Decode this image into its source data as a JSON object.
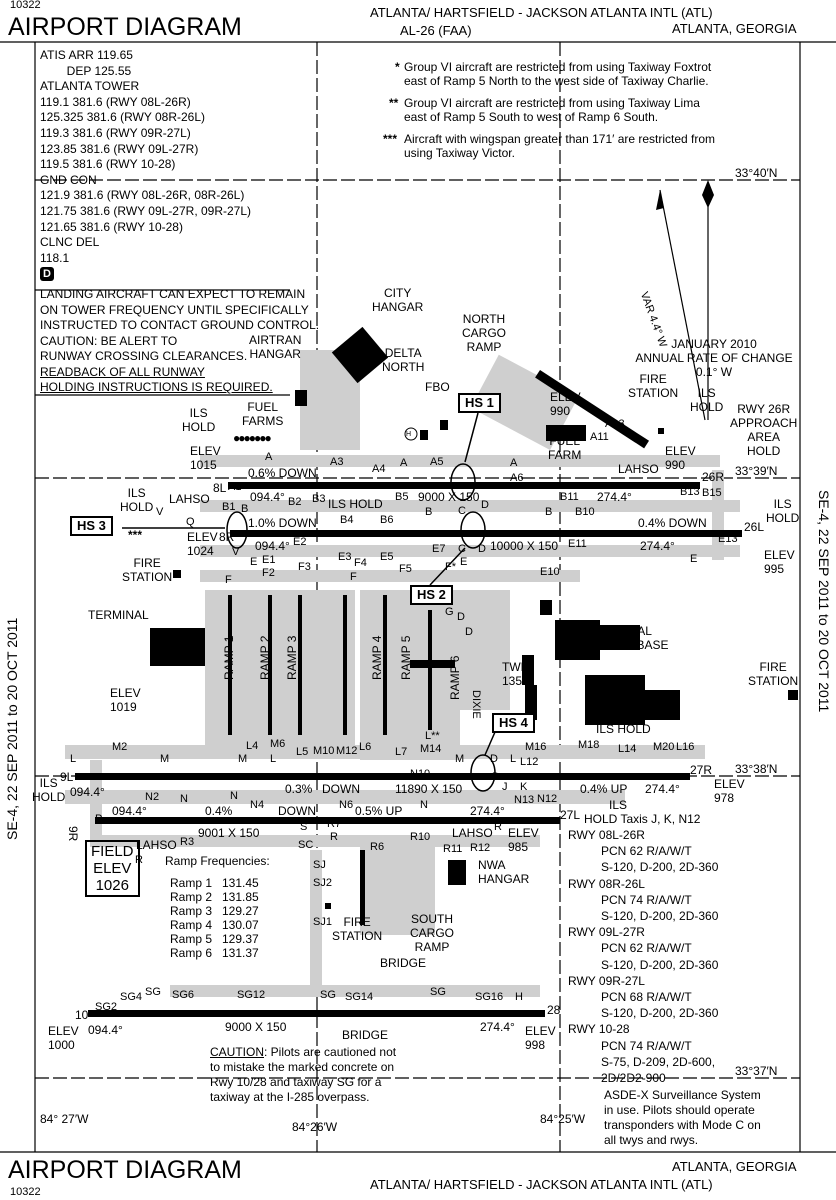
{
  "header": {
    "doc_number": "10322",
    "title": "AIRPORT DIAGRAM",
    "airport": "ATLANTA/ HARTSFIELD - JACKSON ATLANTA INTL (ATL)",
    "procedure": "AL-26 (FAA)",
    "city": "ATLANTA, GEORGIA"
  },
  "footer": {
    "doc_number": "10322",
    "title": "AIRPORT DIAGRAM",
    "airport": "ATLANTA/ HARTSFIELD - JACKSON ATLANTA INTL (ATL)",
    "city": "ATLANTA, GEORGIA"
  },
  "side_text": {
    "left": "SE-4, 22 SEP 2011 to 20 OCT 2011",
    "right": "SE-4, 22 SEP 2011 to 20 OCT 2011"
  },
  "frequencies": [
    "ATIS ARR 119.65",
    "        DEP 125.55",
    "ATLANTA TOWER",
    "119.1  381.6  (RWY 08L-26R)",
    "125.325  381.6  (RWY 08R-26L)",
    "119.3  381.6  (RWY 09R-27L)",
    "123.85  381.6  (RWY 09L-27R)",
    "119.5  381.6  (RWY 10-28)",
    "GND CON",
    "121.9  381.6  (RWY 08L-26R, 08R-26L)",
    "121.75  381.6 (RWY 09L-27R, 09R-27L)",
    "121.65  381.6  (RWY 10-28)",
    "CLNC DEL",
    "118.1"
  ],
  "d_symbol": "D",
  "landing_note": [
    "LANDING AIRCRAFT CAN EXPECT TO REMAIN",
    "ON TOWER FREQUENCY UNTIL SPECIFICALLY",
    "INSTRUCTED TO CONTACT GROUND CONTROL.",
    "CAUTION: BE ALERT TO",
    "RUNWAY CROSSING CLEARANCES."
  ],
  "readback_note": [
    "READBACK OF ALL RUNWAY",
    "HOLDING INSTRUCTIONS IS REQUIRED."
  ],
  "notes": [
    {
      "mark": "*",
      "text": [
        "Group VI aircraft are restricted from using Taxiway Foxtrot",
        "east of Ramp 5 North to the west side of Taxiway Charlie."
      ]
    },
    {
      "mark": "**",
      "text": [
        "Group VI aircraft are restricted from using Taxiway Lima",
        "east of Ramp 5 South to west of Ramp 6 South."
      ]
    },
    {
      "mark": "***",
      "text": [
        "Aircraft with wingspan greater than 171′ are restricted from",
        "using Taxiway Victor."
      ]
    }
  ],
  "coordinates": {
    "lat_40": "33°40′N",
    "lat_39": "33°39′N",
    "lat_38": "33°38′N",
    "lat_37": "33°37′N",
    "lon_27": "84° 27′W",
    "lon_26": "84°26′W",
    "lon_25": "84°25′W"
  },
  "magvar": {
    "label": "VAR 4.4° W",
    "annual_change": [
      "JANUARY 2010",
      "ANNUAL RATE OF CHANGE",
      "0.1°  W"
    ]
  },
  "facilities": {
    "city_hangar": [
      "CITY",
      "HANGAR"
    ],
    "airtran_hangar": [
      "AIRTRAN",
      "HANGAR"
    ],
    "delta_north": [
      "DELTA",
      "NORTH"
    ],
    "north_cargo": [
      "NORTH",
      "CARGO",
      "RAMP"
    ],
    "fbo": "FBO",
    "fuel_farms": [
      "FUEL",
      "FARMS"
    ],
    "fuel_farm": [
      "FUEL",
      "FARM"
    ],
    "fire_station_ne": [
      "FIRE",
      "STATION"
    ],
    "fire_station_w": [
      "FIRE",
      "STATION"
    ],
    "fire_station_e": [
      "FIRE",
      "STATION"
    ],
    "fire_station_s": [
      "FIRE",
      "STATION"
    ],
    "terminal": "TERMINAL",
    "dal_jet_base": [
      "DAL",
      "JET BASE"
    ],
    "tower": [
      "TWR",
      "1357"
    ],
    "dixie": "DIXIE",
    "south_cargo": [
      "SOUTH",
      "CARGO",
      "RAMP"
    ],
    "nwa_hangar": [
      "NWA",
      "HANGAR"
    ],
    "bridge_n": "BRIDGE",
    "bridge_s": "BRIDGE",
    "rwy26r_hold": [
      "RWY 26R",
      "APPROACH",
      "AREA",
      "HOLD"
    ],
    "heliport": "H"
  },
  "ramps": [
    "RAMP 1",
    "RAMP 2",
    "RAMP 3",
    "RAMP 4",
    "RAMP 5",
    "RAMP 6"
  ],
  "hot_spots": [
    "HS 1",
    "HS 2",
    "HS 3",
    "HS 4"
  ],
  "runways": {
    "r8l": {
      "dims": "9000  X 150",
      "hdg_w": "094.4°",
      "hdg_e": "274.4°",
      "end_w": "8L",
      "end_e": "26R",
      "grade": "0.6% DOWN"
    },
    "r8r": {
      "dims": "10000 X 150",
      "hdg_w": "094.4°",
      "hdg_e": "274.4°",
      "end_w": "8R",
      "end_e": "26L",
      "grade_w": "1.0% DOWN",
      "grade_e": "0.4% DOWN"
    },
    "r9l": {
      "dims": "11890 X 150",
      "hdg_w": "094.4°",
      "hdg_e": "274.4°",
      "end_w": "9L",
      "end_e": "27R",
      "grade_w": "0.3%",
      "grade_m": "DOWN",
      "grade_e": "0.4% UP"
    },
    "r9r": {
      "dims": "9001 X 150",
      "hdg_w": "094.4°",
      "hdg_e": "274.4°",
      "end_w": "9R",
      "end_e": "27L",
      "grade_w": "0.4%",
      "grade_m": "DOWN",
      "grade_e": "0.5% UP"
    },
    "r10": {
      "dims": "9000  X 150",
      "hdg_w": "094.4°",
      "hdg_e": "274.4°",
      "end_w": "10",
      "end_e": "28"
    }
  },
  "elevations": {
    "e1015": [
      "ELEV",
      "1015"
    ],
    "e990a": [
      "ELEV",
      "990"
    ],
    "e990b": [
      "ELEV",
      "990"
    ],
    "e1024": [
      "ELEV",
      "1024"
    ],
    "e995": [
      "ELEV",
      "995"
    ],
    "e1019": [
      "ELEV",
      "1019"
    ],
    "e978": [
      "ELEV",
      "978"
    ],
    "e985": [
      "ELEV",
      "985"
    ],
    "e1000": [
      "ELEV",
      "1000"
    ],
    "e998": [
      "ELEV",
      "998"
    ]
  },
  "field_elev": [
    "FIELD",
    "ELEV",
    "1026"
  ],
  "holds": {
    "ils_hold": "ILS HOLD",
    "ils": "ILS",
    "hold": "HOLD",
    "lahso": "LAHSO",
    "ils_hold_taxis": "HOLD Taxis J, K, N12",
    "triple": "***"
  },
  "taxiway_labels": [
    "A",
    "A",
    "A",
    "A1",
    "A3",
    "A4",
    "A5",
    "A6",
    "A11",
    "A13",
    "B",
    "B",
    "B",
    "B1",
    "B2",
    "B3",
    "B4",
    "B5",
    "B6",
    "B10",
    "B11",
    "B13",
    "B15",
    "C",
    "D",
    "C",
    "D",
    "E",
    "E",
    "E",
    "E1",
    "E2",
    "E3",
    "E5",
    "E7",
    "E10",
    "E11",
    "E13",
    "F",
    "F",
    "F2",
    "F3",
    "F4",
    "F5",
    "F*",
    "G",
    "D",
    "D",
    "L",
    "L",
    "L",
    "M",
    "M",
    "M",
    "M2",
    "M6",
    "M10",
    "M12",
    "M14",
    "M16",
    "M18",
    "M20",
    "L4",
    "L5",
    "L6",
    "L7",
    "L12",
    "L14",
    "L16",
    "L**",
    "D",
    "D",
    "J",
    "K",
    "N",
    "N",
    "N",
    "N2",
    "N4",
    "N6",
    "N10",
    "N12",
    "N13",
    "P",
    "R",
    "R",
    "R",
    "R3",
    "R7",
    "R6",
    "R10",
    "R11",
    "R12",
    "S",
    "SC",
    "SJ",
    "SJ1",
    "SJ2",
    "SG",
    "SG",
    "SG",
    "SG2",
    "SG4",
    "SG6",
    "SG12",
    "SG14",
    "SG16",
    "H",
    "V",
    "V",
    "Q"
  ],
  "ramp_frequencies": {
    "title": "Ramp Frequencies:",
    "rows": [
      [
        "Ramp 1",
        "131.45"
      ],
      [
        "Ramp 2",
        "131.85"
      ],
      [
        "Ramp 3",
        "129.27"
      ],
      [
        "Ramp 4",
        "130.07"
      ],
      [
        "Ramp 5",
        "129.37"
      ],
      [
        "Ramp 6",
        "131.37"
      ]
    ]
  },
  "pcn_table": [
    {
      "rwy": "RWY 08L-26R",
      "pcn": "PCN 62 R/A/W/T",
      "weights": [
        "S-120, D-200, 2D-360"
      ]
    },
    {
      "rwy": "RWY 08R-26L",
      "pcn": "PCN 74 R/A/W/T",
      "weights": [
        "S-120, D-200, 2D-360"
      ]
    },
    {
      "rwy": "RWY 09L-27R",
      "pcn": "PCN 62 R/A/W/T",
      "weights": [
        "S-120, D-200, 2D-360"
      ]
    },
    {
      "rwy": "RWY 09R-27L",
      "pcn": "PCN 68 R/A/W/T",
      "weights": [
        "S-120, D-200, 2D-360"
      ]
    },
    {
      "rwy": "RWY 10-28",
      "pcn": "PCN 74 R/A/W/T",
      "weights": [
        "S-75, D-209, 2D-600,",
        "2D/2D2-900"
      ]
    }
  ],
  "caution": {
    "label": "CAUTION",
    "text": [
      ": Pilots are cautioned not",
      "to mistake the marked concrete on",
      "Rwy 10/28 and taxiway SG for a",
      "taxiway at the I-285 overpass."
    ]
  },
  "asde": [
    "ASDE-X Surveillance System",
    "in use. Pilots should operate",
    "transponders with Mode C on",
    "all twys and rwys."
  ]
}
